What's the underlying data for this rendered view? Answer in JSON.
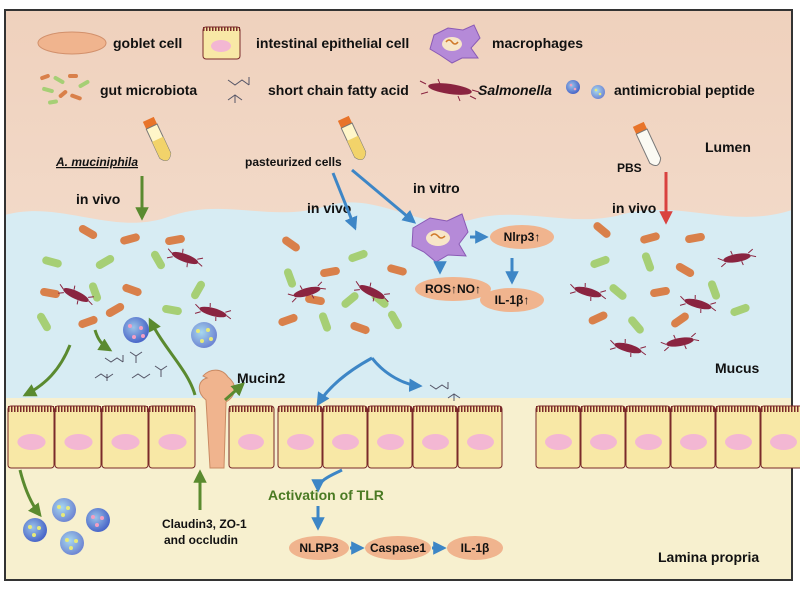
{
  "legend": {
    "goblet_cell": "goblet cell",
    "epithelial_cell": "intestinal epithelial cell",
    "macrophages": "macrophages",
    "gut_microbiota": "gut microbiota",
    "scfa": "short chain fatty acid",
    "salmonella": "Salmonella",
    "amp": "antimicrobial peptide"
  },
  "regions": {
    "lumen": "Lumen",
    "mucus": "Mucus",
    "lamina_propria": "Lamina propria"
  },
  "left_panel": {
    "treatment": "A. muciniphila",
    "route": "in vivo",
    "mucin": "Mucin2",
    "junction_line1": "Claudin3, ZO-1",
    "junction_line2": "and occludin"
  },
  "middle_panel": {
    "treatment": "pasteurized cells",
    "route_vivo": "in vivo",
    "route_vitro": "in vitro",
    "nlrp3_up": "Nlrp3↑",
    "ros_no": "ROS↑NO↑",
    "il1b_up": "IL-1β↑",
    "tlr": "Activation of TLR",
    "nlrp3": "NLRP3",
    "caspase": "Caspase1",
    "il1b": "IL-1β"
  },
  "right_panel": {
    "treatment": "PBS",
    "route": "in vivo"
  },
  "colors": {
    "lumen": "#f4dfcf",
    "mucus": "#d7ecf3",
    "lamina": "#f7f0cf",
    "cell": "#f8e8a6",
    "nucleus": "#f3b7d3",
    "microvilli": "#7a2a2a",
    "orange_bacteria": "#d9804a",
    "green_bacteria": "#a6cf75",
    "salmonella": "#8a2440",
    "node": "#f0b48e",
    "green_arrow": "#5a8a2f",
    "blue_arrow": "#3d86c6",
    "red_arrow": "#d9423f",
    "macrophage": "#b58ad8"
  }
}
